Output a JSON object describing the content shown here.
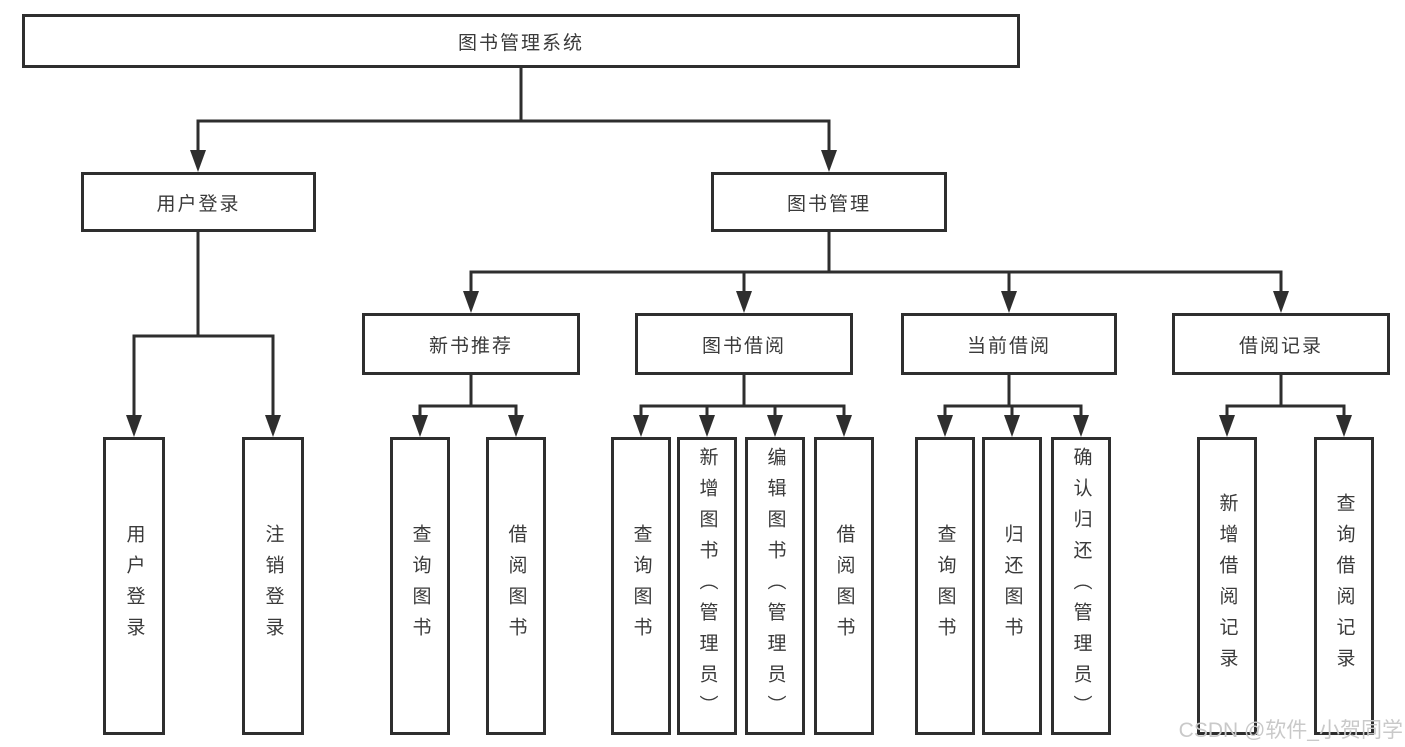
{
  "tree": {
    "label": "图书管理系统",
    "children": [
      {
        "label": "用户登录",
        "children": [
          {
            "label": "用户登录"
          },
          {
            "label": "注销登录"
          }
        ]
      },
      {
        "label": "图书管理",
        "children": [
          {
            "label": "新书推荐",
            "children": [
              {
                "label": "查询图书"
              },
              {
                "label": "借阅图书"
              }
            ]
          },
          {
            "label": "图书借阅",
            "children": [
              {
                "label": "查询图书"
              },
              {
                "label": "新增图书（管理员）"
              },
              {
                "label": "编辑图书（管理员）"
              },
              {
                "label": "借阅图书"
              }
            ]
          },
          {
            "label": "当前借阅",
            "children": [
              {
                "label": "查询图书"
              },
              {
                "label": "归还图书"
              },
              {
                "label": "确认归还（管理员）"
              }
            ]
          },
          {
            "label": "借阅记录",
            "children": [
              {
                "label": "新增借阅记录"
              },
              {
                "label": "查询借阅记录"
              }
            ]
          }
        ]
      }
    ]
  },
  "watermark": {
    "text": "CSDN @软件_小贺同学"
  },
  "colors": {
    "line": "#2e2e2e",
    "text": "#3a3a3a",
    "background": "#ffffff",
    "watermark": "#c9c9c9"
  }
}
